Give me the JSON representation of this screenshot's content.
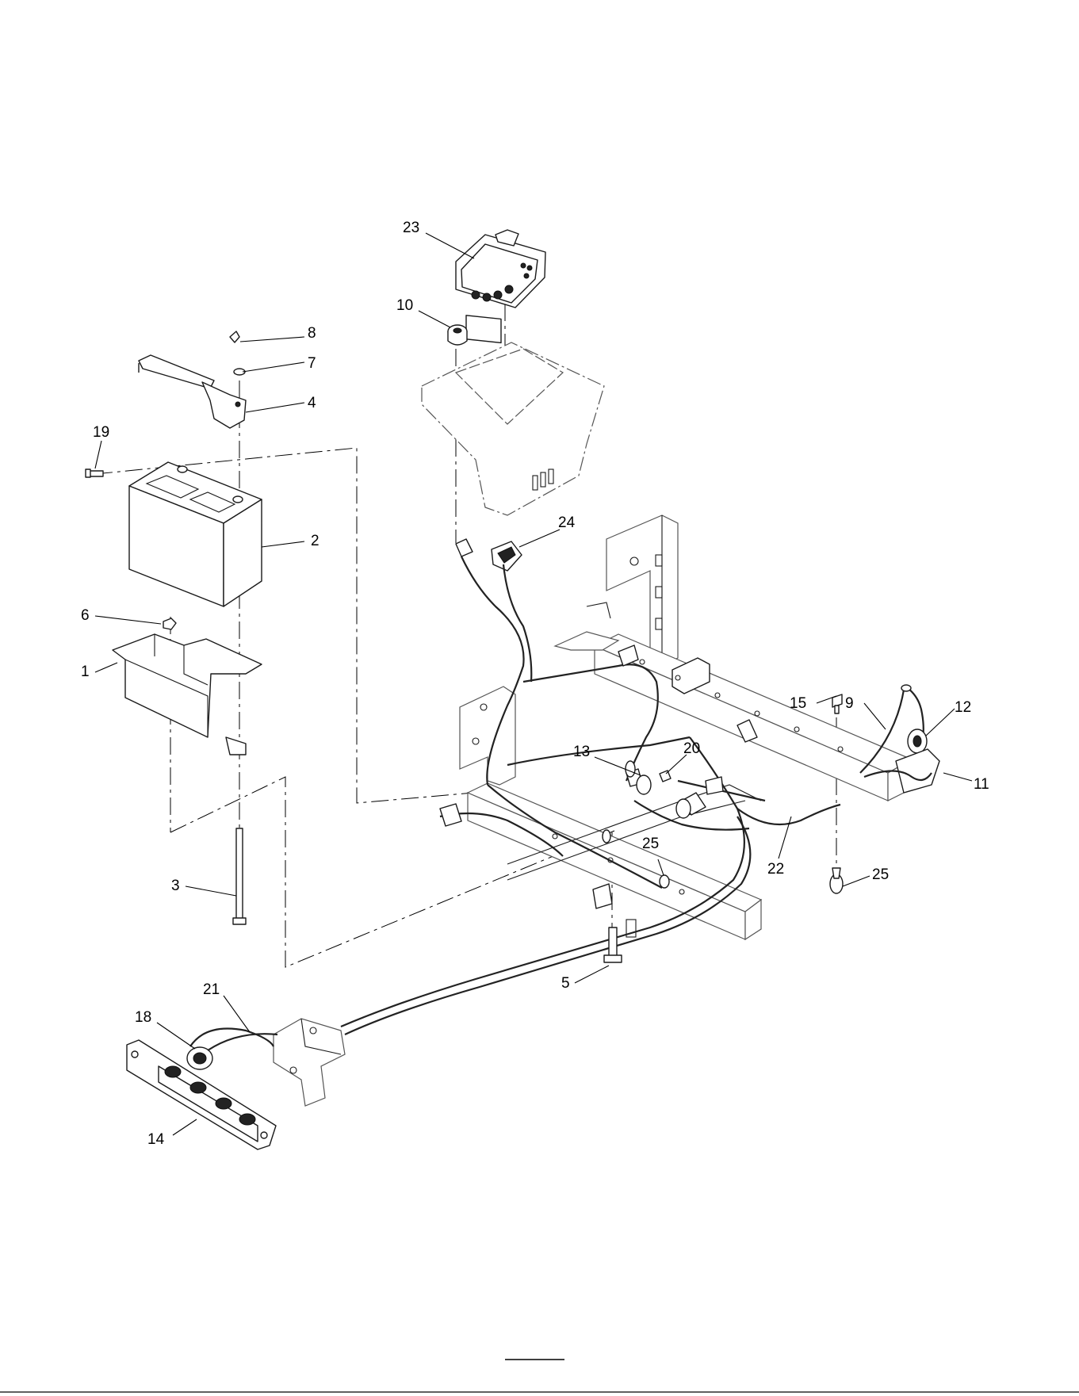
{
  "callouts": [
    {
      "id": "c1",
      "label": "1"
    },
    {
      "id": "c2",
      "label": "2"
    },
    {
      "id": "c3",
      "label": "3"
    },
    {
      "id": "c4",
      "label": "4"
    },
    {
      "id": "c5",
      "label": "5"
    },
    {
      "id": "c6",
      "label": "6"
    },
    {
      "id": "c7",
      "label": "7"
    },
    {
      "id": "c8",
      "label": "8"
    },
    {
      "id": "c9",
      "label": "9"
    },
    {
      "id": "c10",
      "label": "10"
    },
    {
      "id": "c11",
      "label": "11"
    },
    {
      "id": "c12",
      "label": "12"
    },
    {
      "id": "c13",
      "label": "13"
    },
    {
      "id": "c14",
      "label": "14"
    },
    {
      "id": "c15",
      "label": "15"
    },
    {
      "id": "c18",
      "label": "18"
    },
    {
      "id": "c19",
      "label": "19"
    },
    {
      "id": "c20",
      "label": "20"
    },
    {
      "id": "c21",
      "label": "21"
    },
    {
      "id": "c22",
      "label": "22"
    },
    {
      "id": "c23",
      "label": "23"
    },
    {
      "id": "c24",
      "label": "24"
    },
    {
      "id": "c25a",
      "label": "25"
    },
    {
      "id": "c25b",
      "label": "25"
    }
  ]
}
